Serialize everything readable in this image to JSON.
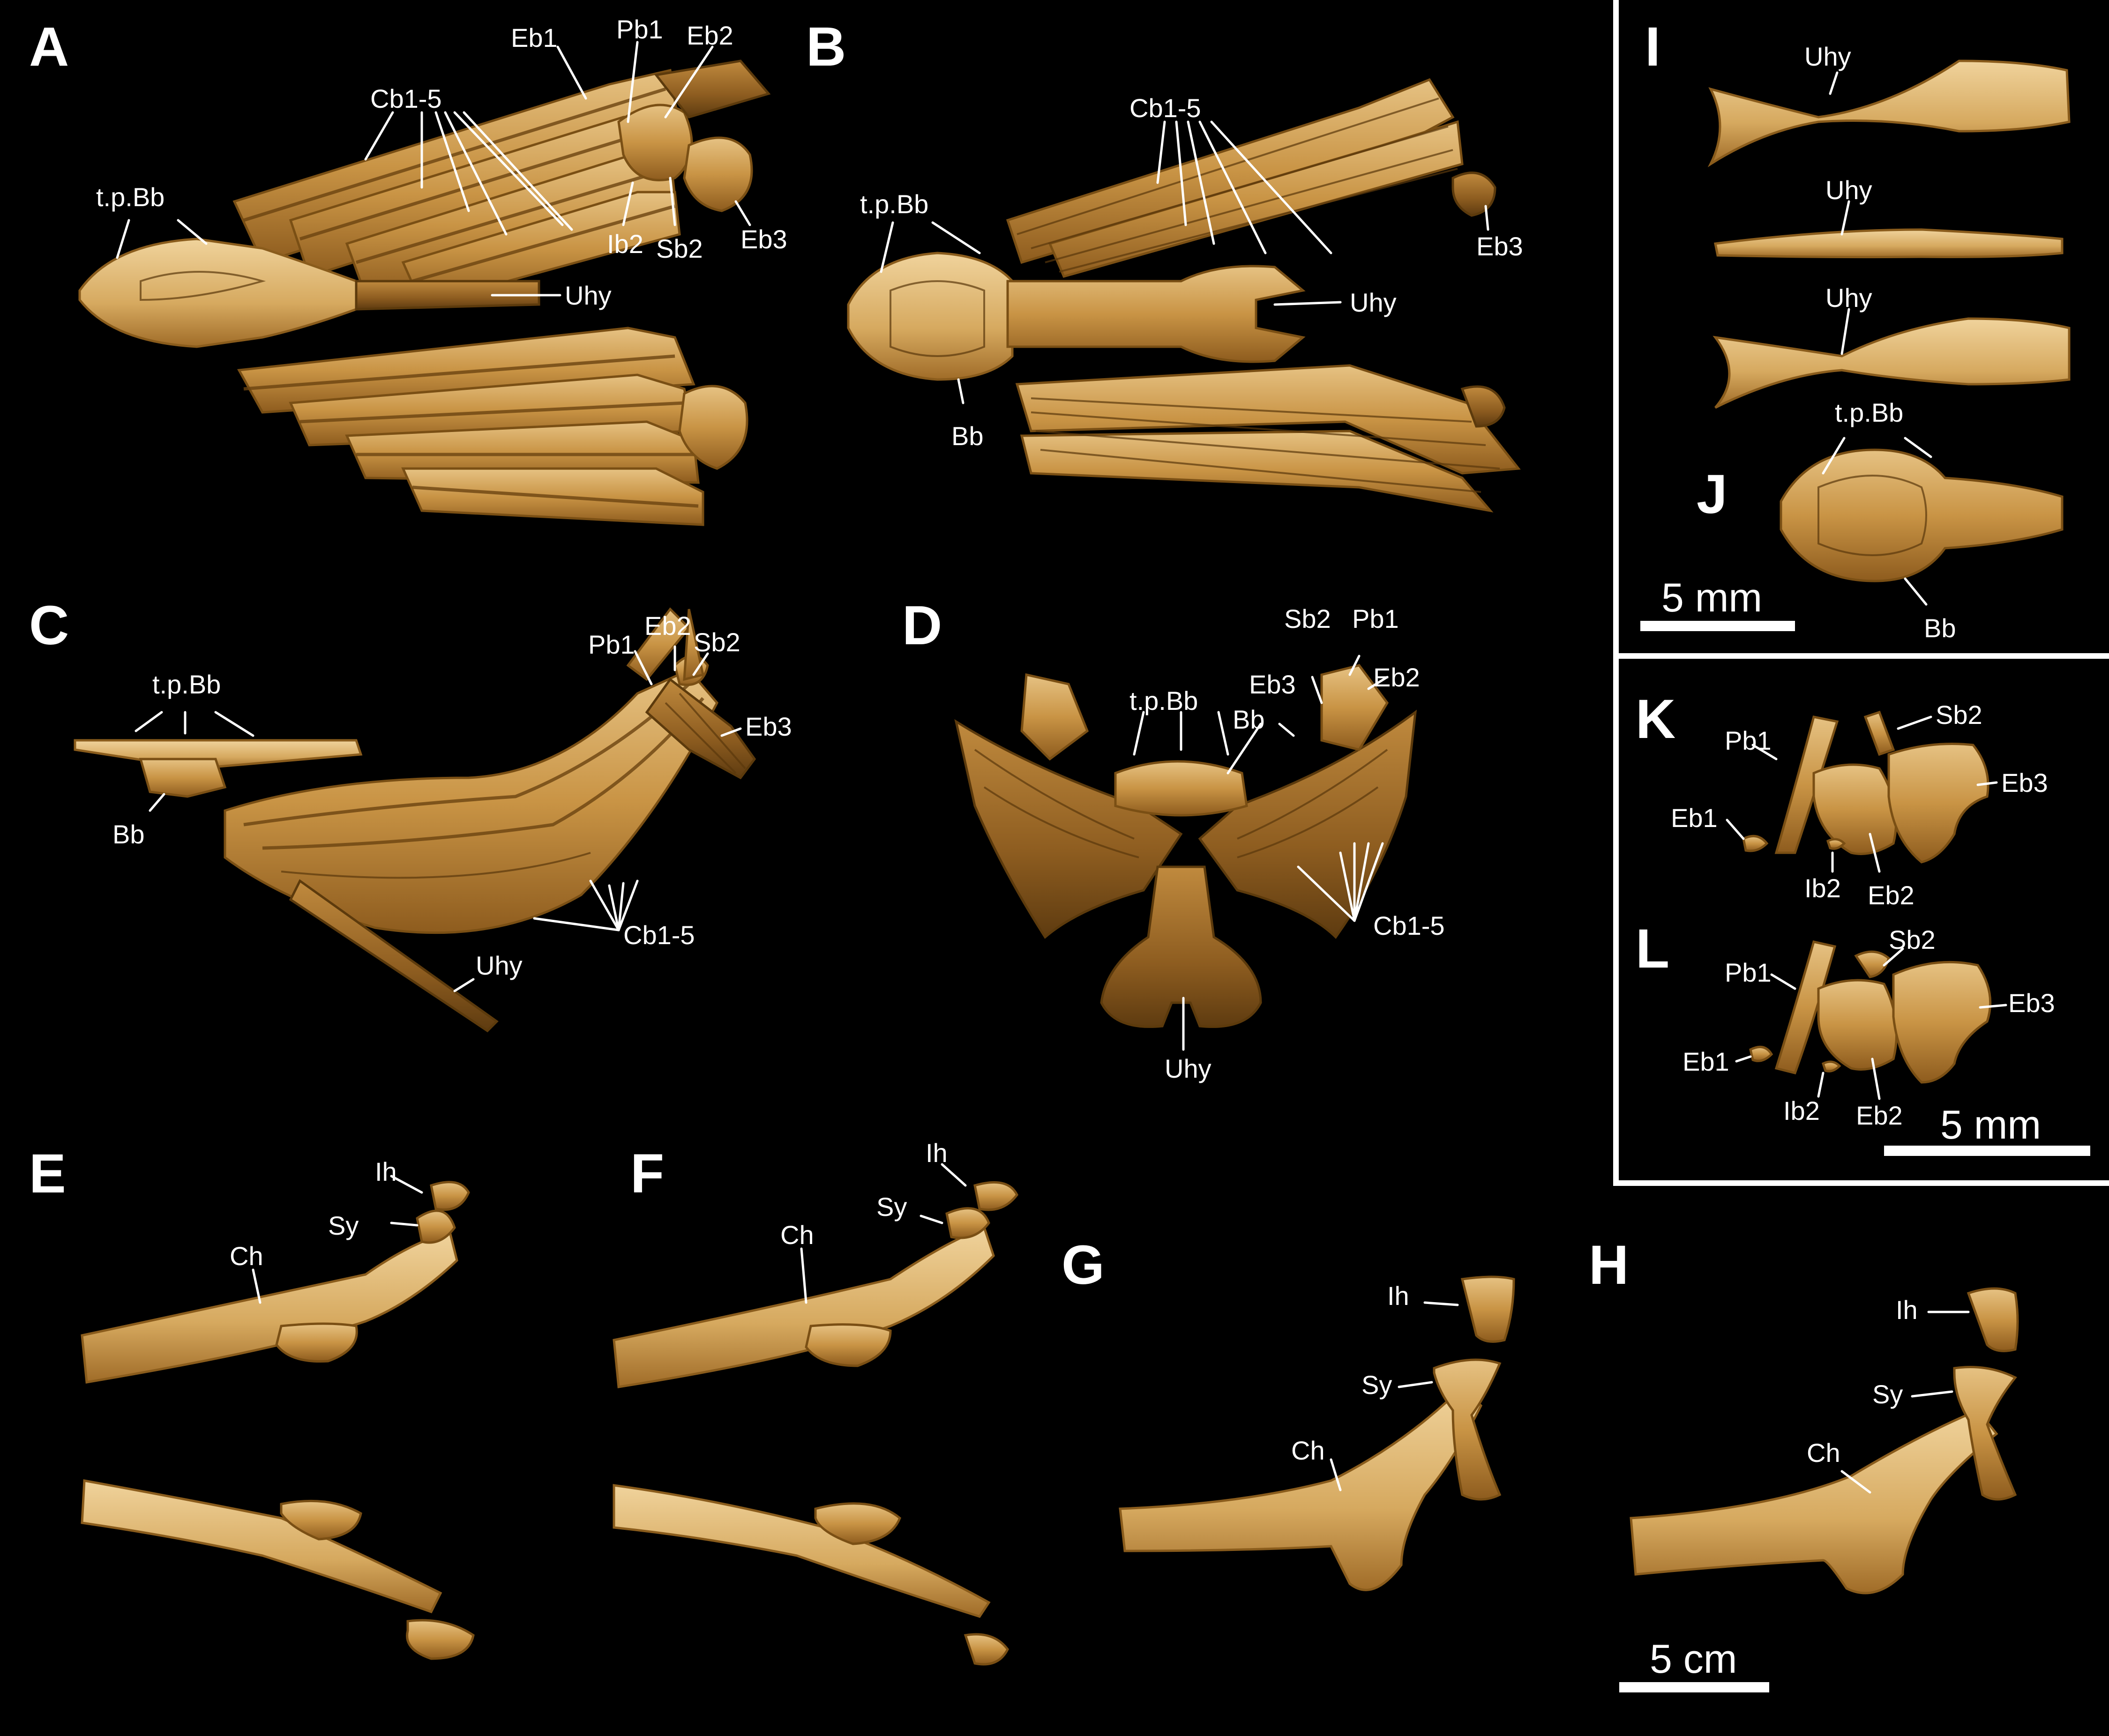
{
  "panels": {
    "A": {
      "letter": "A",
      "labels": {
        "Eb1": "Eb1",
        "Pb1": "Pb1",
        "Eb2": "Eb2",
        "Cb": "Cb1-5",
        "tpBb": "t.p.Bb",
        "Ib2": "Ib2",
        "Sb2": "Sb2",
        "Eb3": "Eb3",
        "Uhy": "Uhy"
      }
    },
    "B": {
      "letter": "B",
      "labels": {
        "Cb": "Cb1-5",
        "tpBb": "t.p.Bb",
        "Eb3": "Eb3",
        "Uhy": "Uhy",
        "Bb": "Bb"
      }
    },
    "C": {
      "letter": "C",
      "labels": {
        "tpBb": "t.p.Bb",
        "Bb": "Bb",
        "Pb1": "Pb1",
        "Eb2": "Eb2",
        "Sb2": "Sb2",
        "Eb3": "Eb3",
        "Cb": "Cb1-5",
        "Uhy": "Uhy"
      }
    },
    "D": {
      "letter": "D",
      "labels": {
        "Sb2": "Sb2",
        "Pb1": "Pb1",
        "Eb3": "Eb3",
        "Eb2": "Eb2",
        "tpBb": "t.p.Bb",
        "Bb": "Bb",
        "Cb": "Cb1-5",
        "Uhy": "Uhy"
      }
    },
    "E": {
      "letter": "E",
      "labels": {
        "Ih": "Ih",
        "Sy": "Sy",
        "Ch": "Ch"
      }
    },
    "F": {
      "letter": "F",
      "labels": {
        "Ih": "Ih",
        "Sy": "Sy",
        "Ch": "Ch"
      }
    },
    "G": {
      "letter": "G",
      "labels": {
        "Ih": "Ih",
        "Sy": "Sy",
        "Ch": "Ch"
      }
    },
    "H": {
      "letter": "H",
      "labels": {
        "Ih": "Ih",
        "Sy": "Sy",
        "Ch": "Ch"
      }
    },
    "I": {
      "letter": "I",
      "labels": {
        "Uhy1": "Uhy",
        "Uhy2": "Uhy",
        "Uhy3": "Uhy"
      }
    },
    "J": {
      "letter": "J",
      "labels": {
        "tpBb": "t.p.Bb",
        "Bb": "Bb"
      }
    },
    "K": {
      "letter": "K",
      "labels": {
        "Pb1": "Pb1",
        "Sb2": "Sb2",
        "Eb3": "Eb3",
        "Eb1": "Eb1",
        "Ib2": "Ib2",
        "Eb2": "Eb2"
      }
    },
    "L": {
      "letter": "L",
      "labels": {
        "Pb1": "Pb1",
        "Sb2": "Sb2",
        "Eb3": "Eb3",
        "Eb1": "Eb1",
        "Ib2": "Ib2",
        "Eb2": "Eb2"
      }
    }
  },
  "scale_bars": {
    "IJ": "5 mm",
    "KL": "5 mm",
    "H": "5 cm"
  },
  "colors": {
    "background": "#000000",
    "bone_light": "#e2bb78",
    "bone_mid": "#c48a3a",
    "bone_dark": "#8a5a1c",
    "text": "#ffffff"
  }
}
